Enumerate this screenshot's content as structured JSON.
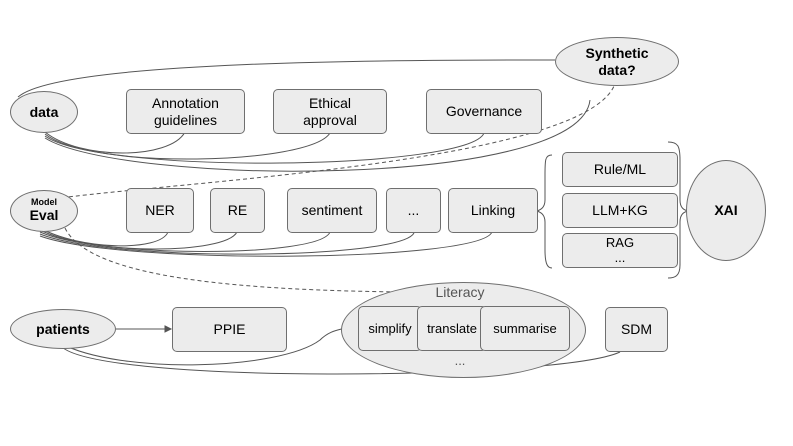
{
  "nodes": {
    "data": "data",
    "synthetic_data": "Synthetic\ndata?",
    "annotation_guidelines": "Annotation\nguidelines",
    "ethical_approval": "Ethical\napproval",
    "governance": "Governance",
    "model_eval_small": "Model",
    "model_eval_big": "Eval",
    "ner": "NER",
    "re": "RE",
    "sentiment": "sentiment",
    "ellipsis_box": "...",
    "linking": "Linking",
    "rule_ml": "Rule/ML",
    "llm_kg": "LLM+KG",
    "rag": "RAG\n...",
    "xai": "XAI",
    "patients": "patients",
    "ppie": "PPIE",
    "literacy": "Literacy",
    "simplify": "simplify",
    "translate": "translate",
    "summarise": "summarise",
    "literacy_more": "...",
    "sdm": "SDM"
  }
}
